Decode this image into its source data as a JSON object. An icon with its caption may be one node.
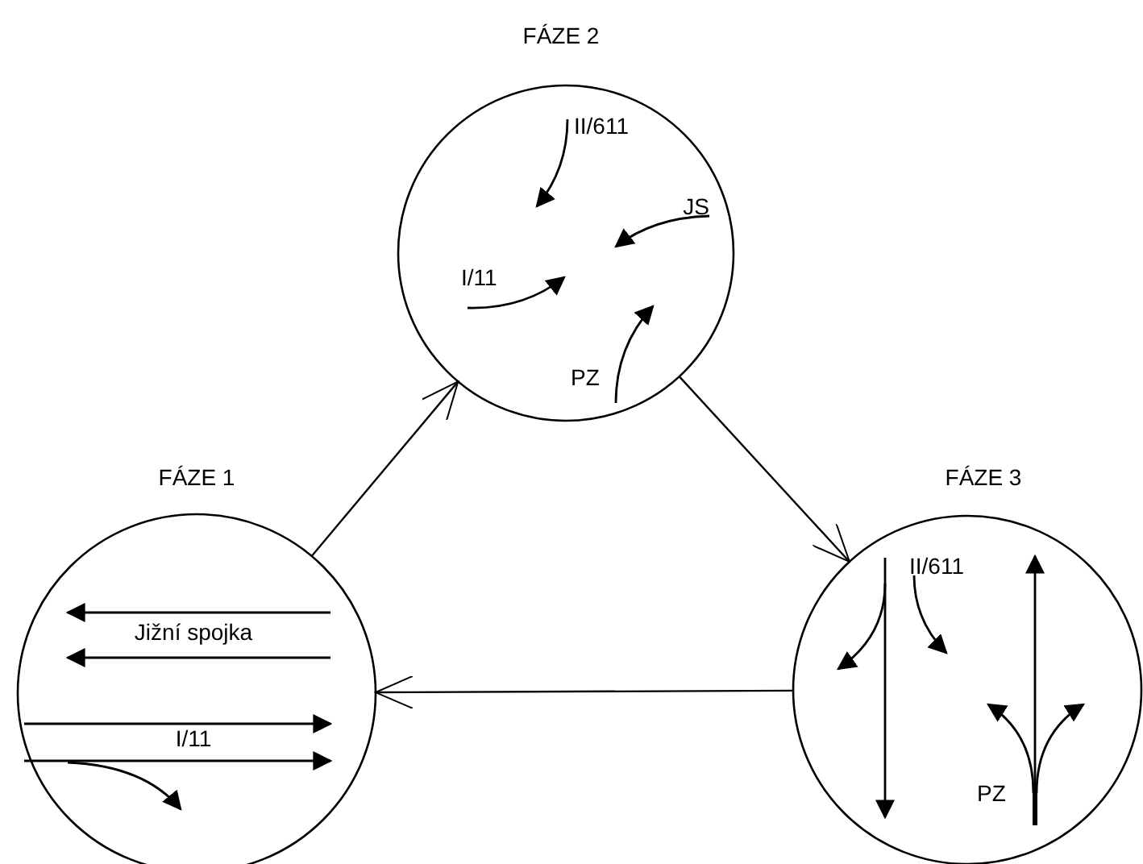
{
  "diagram": {
    "nodes": [
      {
        "text": [
          "FÁZE 2",
          "II/611",
          "JS",
          "I/11",
          "PZ"
        ]
      },
      {
        "text": [
          "FÁZE 1",
          "Jižní spojka",
          "I/11"
        ]
      },
      {
        "text": [
          "FÁZE 3",
          "II/611",
          "PZ"
        ]
      }
    ],
    "edges": [
      {
        "from": 1,
        "to": 0,
        "arrow": "to"
      },
      {
        "from": 0,
        "to": 2,
        "arrow": "to"
      },
      {
        "from": 2,
        "to": 1,
        "arrow": "to"
      }
    ]
  }
}
